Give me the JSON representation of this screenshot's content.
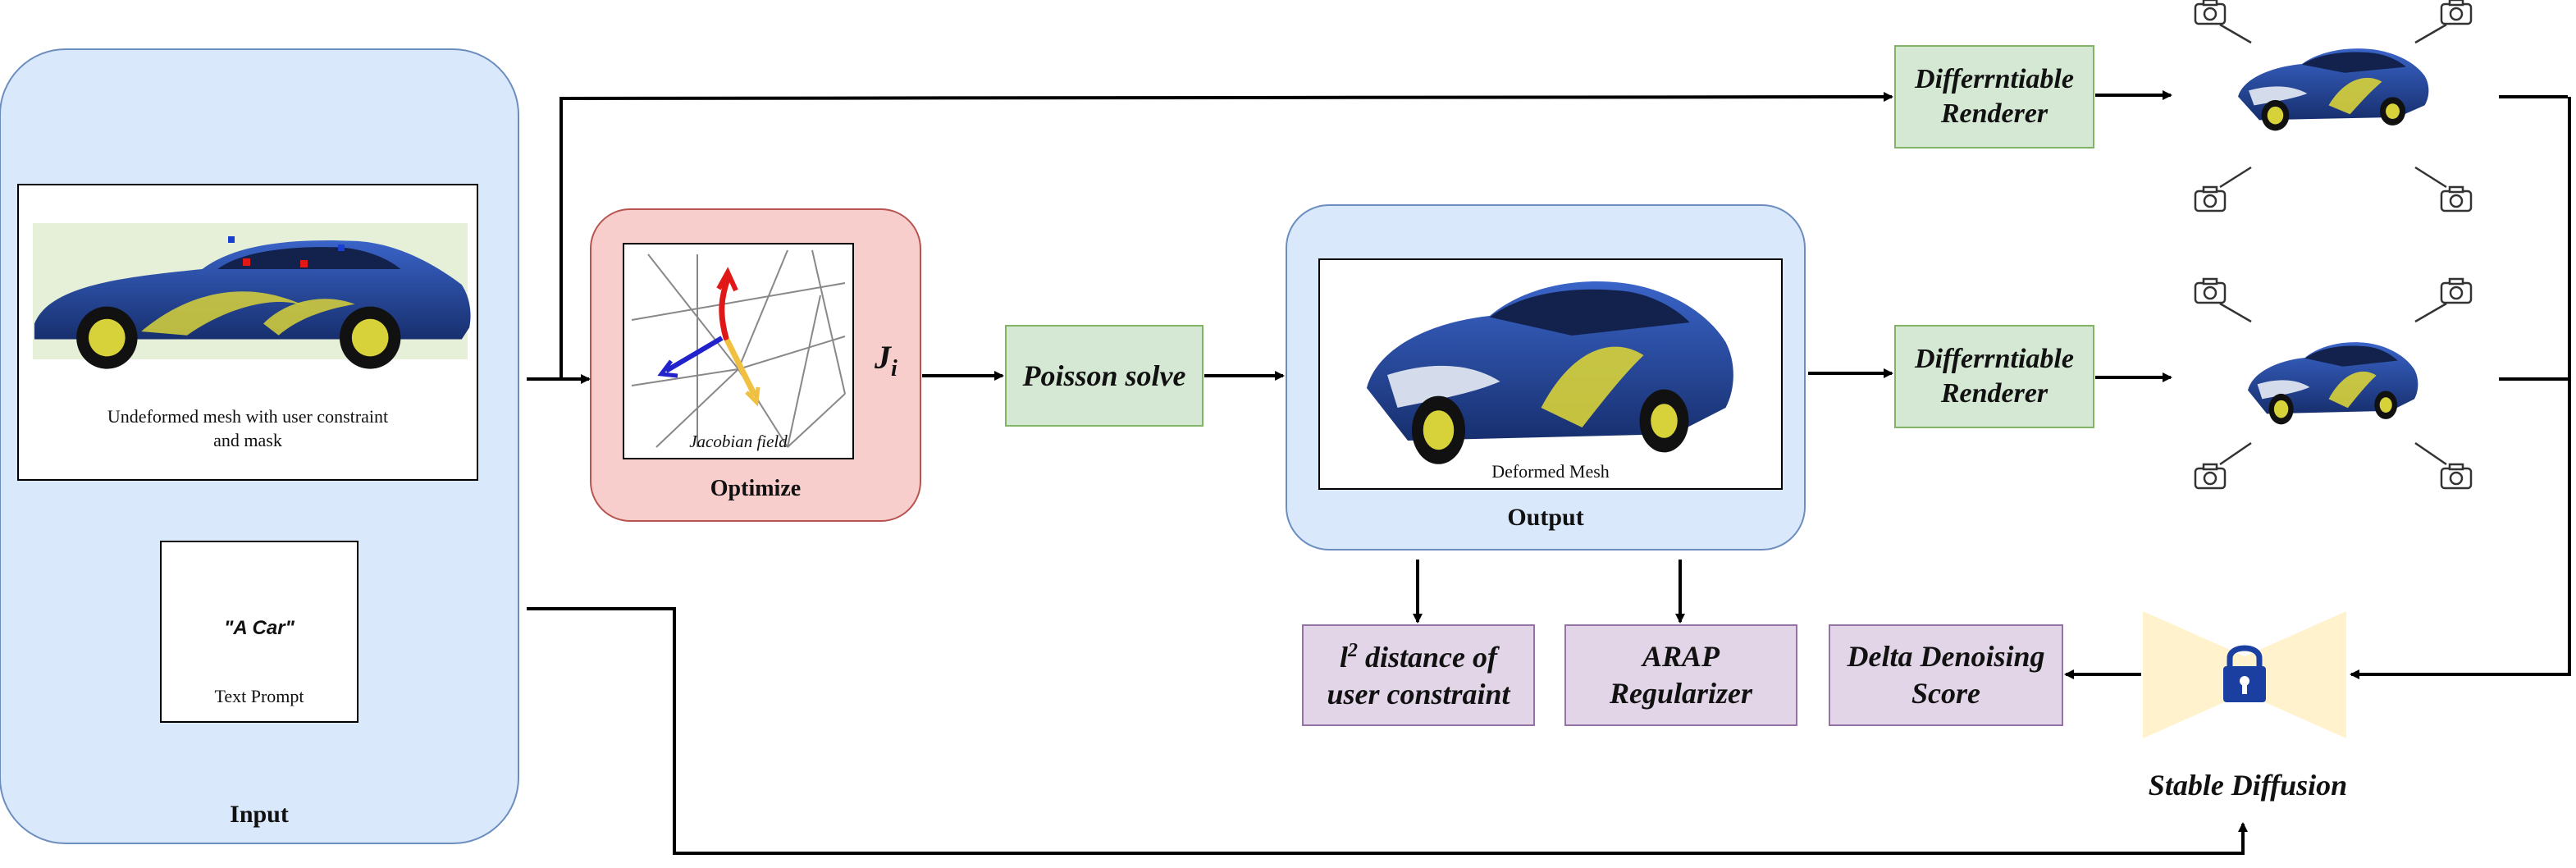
{
  "input": {
    "panel_title": "Input",
    "mesh_caption_line1": "Undeformed mesh with user constraint",
    "mesh_caption_line2": "and mask",
    "prompt_text": "\"A Car\"",
    "prompt_caption": "Text Prompt"
  },
  "optimize": {
    "title": "Optimize",
    "field_caption": "Jacobian field",
    "symbol_main": "J",
    "symbol_sub": "i"
  },
  "poisson": {
    "label": "Poisson solve"
  },
  "output": {
    "title": "Output",
    "mesh_caption": "Deformed Mesh"
  },
  "renderer": {
    "line1": "Differrntiable",
    "line2": "Renderer"
  },
  "losses": {
    "l2_base": "l",
    "l2_sup": "2",
    "l2_line1_rest": " distance of",
    "l2_line2": "user constraint",
    "arap_line1": "ARAP",
    "arap_line2": "Regularizer",
    "dds_line1": "Delta Denoising",
    "dds_line2": "Score"
  },
  "diffusion": {
    "label": "Stable Diffusion"
  },
  "colors": {
    "input_fill": "#dae8fc",
    "input_stroke": "#6c8ebf",
    "optimize_fill": "#f8cecc",
    "optimize_stroke": "#b85450",
    "process_fill": "#d5e8d4",
    "process_stroke": "#82b366",
    "loss_fill": "#e1d5e7",
    "loss_stroke": "#9673a6",
    "diffusion_fill": "#fff2cc",
    "lock_color": "#1a3fa0",
    "car_body": "#1e3f8f",
    "car_accent": "#d8d23a",
    "arrow_red": "#e01818",
    "arrow_blue": "#2222cc",
    "arrow_yellow": "#f0c040"
  }
}
